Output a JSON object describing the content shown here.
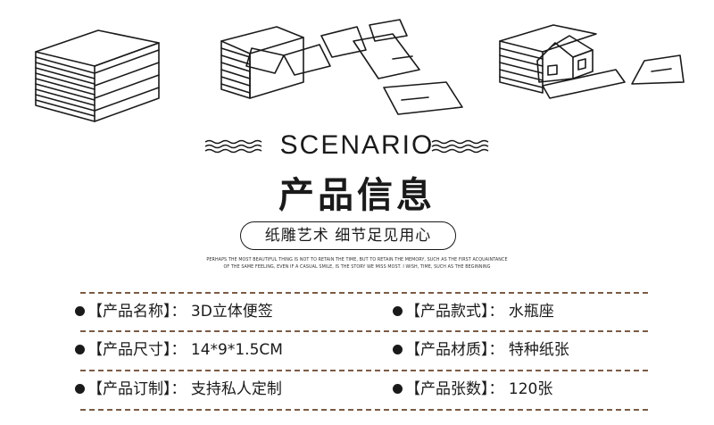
{
  "header": {
    "scenario": "SCENARIO",
    "title": "产品信息",
    "slogan": "纸雕艺术  细节足见用心",
    "tagline_line1": "PERHAPS THE MOST BEAUTIFUL THING IS NOT TO RETAIN THE TIME, BUT TO RETAIN THE MEMORY, SUCH AS THE FIRST ACQUAINTANCE",
    "tagline_line2": "OF THE SAME FEELING, EVEN IF A CASUAL SMILE, IS THE STORY WE MISS MOST. I WISH, TIME, SUCH AS THE BEGINNING"
  },
  "specs": [
    {
      "label": "【产品名称】",
      "sep": "：",
      "value": "3D立体便签"
    },
    {
      "label": "【产品款式】",
      "sep": "：",
      "value": "水瓶座"
    },
    {
      "label": "【产品尺寸】",
      "sep": "：",
      "value": "14*9*1.5CM"
    },
    {
      "label": "【产品材质】",
      "sep": "：",
      "value": "特种纸张"
    },
    {
      "label": "【产品订制】",
      "sep": "：",
      "value": "支持私人定制"
    },
    {
      "label": "【产品张数】",
      "sep": "：",
      "value": "120张"
    }
  ],
  "colors": {
    "text": "#1a1a1a",
    "divider": "#7a5b45",
    "background": "#ffffff"
  }
}
